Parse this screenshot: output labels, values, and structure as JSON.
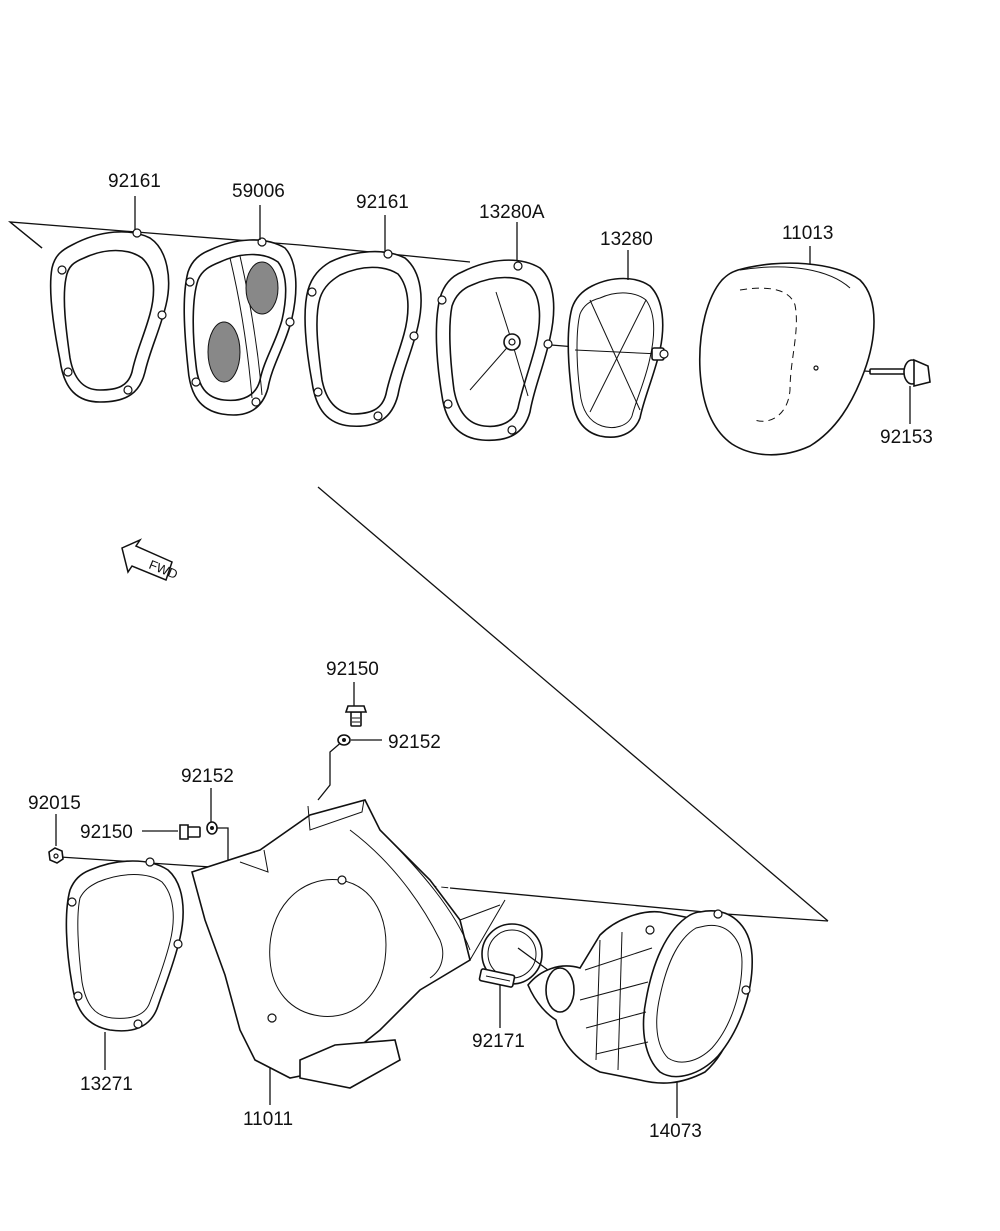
{
  "parts": {
    "gasket_top_left": "92161",
    "filter_screen": "59006",
    "gasket_top_mid": "92161",
    "holder_a": "13280A",
    "holder": "13280",
    "cover": "11013",
    "wing_bolt": "92153",
    "bolt_upper": "92150",
    "washer_upper": "92152",
    "washer_lower": "92152",
    "nut": "92015",
    "bolt_lower": "92150",
    "plate_gasket": "13271",
    "air_case": "11011",
    "clamp": "92171",
    "duct": "14073"
  },
  "fwd_marker": "FWD"
}
